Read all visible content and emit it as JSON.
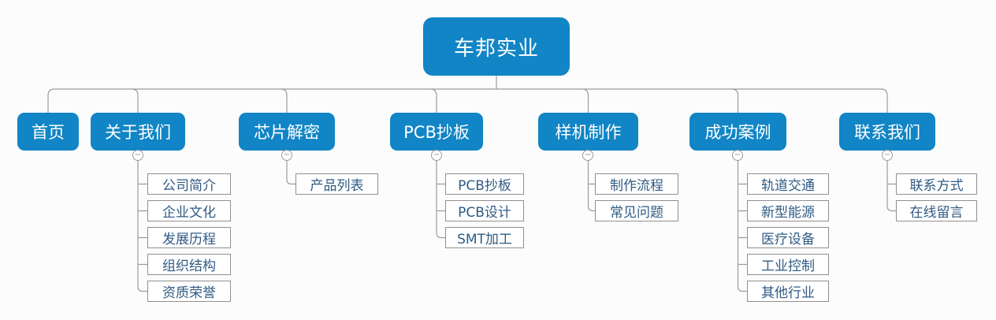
{
  "colors": {
    "node_fill": "#1185C5",
    "node_text": "#ffffff",
    "leaf_border": "#909090",
    "leaf_text": "#2F5A84",
    "connector": "#9B9B9B",
    "background": "#fcfcfc"
  },
  "tree": {
    "root": {
      "label": "车邦实业"
    },
    "collapse_icon": "−",
    "branches": [
      {
        "label": "首页",
        "children": []
      },
      {
        "label": "关于我们",
        "children": [
          "公司简介",
          "企业文化",
          "发展历程",
          "组织结构",
          "资质荣誉"
        ]
      },
      {
        "label": "芯片解密",
        "children": [
          "产品列表"
        ]
      },
      {
        "label": "PCB抄板",
        "children": [
          "PCB抄板",
          "PCB设计",
          "SMT加工"
        ]
      },
      {
        "label": "样机制作",
        "children": [
          "制作流程",
          "常见问题"
        ]
      },
      {
        "label": "成功案例",
        "children": [
          "轨道交通",
          "新型能源",
          "医疗设备",
          "工业控制",
          "其他行业"
        ]
      },
      {
        "label": "联系我们",
        "children": [
          "联系方式",
          "在线留言"
        ]
      }
    ]
  }
}
